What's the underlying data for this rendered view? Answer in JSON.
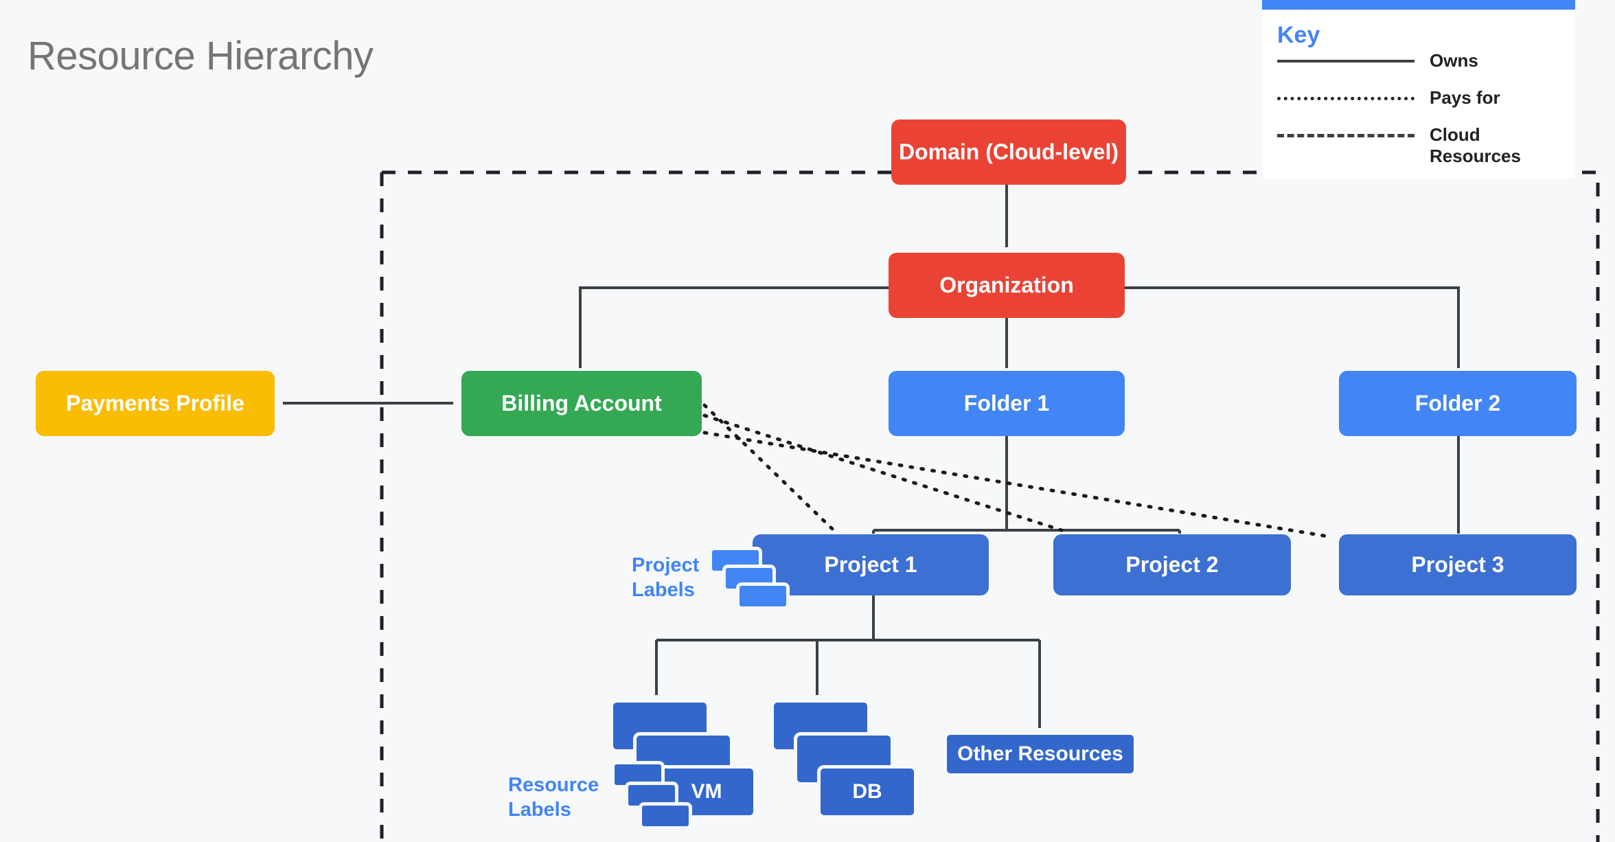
{
  "page": {
    "title": "Resource Hierarchy",
    "background_color": "#f6f8fa"
  },
  "colors": {
    "red": "#EA4335",
    "green": "#34A853",
    "yellow": "#FBBC04",
    "blue": "#4285F4",
    "blue_dark": "#3367CC",
    "title_gray": "#757575",
    "line": "#3c4043"
  },
  "legend": {
    "title": "Key",
    "accent_color": "#4285F4",
    "items": [
      {
        "style": "solid",
        "label": "Owns"
      },
      {
        "style": "dotted",
        "label": "Pays for"
      },
      {
        "style": "dashed",
        "label": "Cloud Resources"
      }
    ]
  },
  "nodes": {
    "domain": {
      "label": "Domain (Cloud-level)",
      "color": "red"
    },
    "organization": {
      "label": "Organization",
      "color": "red"
    },
    "payments": {
      "label": "Payments Profile",
      "color": "yellow"
    },
    "billing": {
      "label": "Billing Account",
      "color": "green"
    },
    "folder1": {
      "label": "Folder 1",
      "color": "blue"
    },
    "folder2": {
      "label": "Folder 2",
      "color": "blue"
    },
    "project1": {
      "label": "Project 1",
      "color": "blue2"
    },
    "project2": {
      "label": "Project 2",
      "color": "blue2"
    },
    "project3": {
      "label": "Project 3",
      "color": "blue2"
    },
    "vm": {
      "label": "VM",
      "color": "blue_dark"
    },
    "db": {
      "label": "DB",
      "color": "blue_dark"
    },
    "other": {
      "label": "Other Resources",
      "color": "blue_dark"
    }
  },
  "annotations": {
    "project_labels": "Project\nLabels",
    "project_labels_line1": "Project",
    "project_labels_line2": "Labels",
    "resource_labels_line1": "Resource",
    "resource_labels_line2": "Labels"
  },
  "boundary": {
    "name": "cloud-resources-boundary",
    "style": "dashed"
  },
  "edges": [
    {
      "from": "domain",
      "to": "organization",
      "style": "solid",
      "arrows": "both"
    },
    {
      "from": "organization",
      "to": "billing",
      "style": "solid",
      "arrows": "end"
    },
    {
      "from": "organization",
      "to": "folder1",
      "style": "solid",
      "arrows": "end"
    },
    {
      "from": "organization",
      "to": "folder2",
      "style": "solid",
      "arrows": "end"
    },
    {
      "from": "payments",
      "to": "billing",
      "style": "solid",
      "arrows": "both"
    },
    {
      "from": "billing",
      "to": "project1",
      "style": "dotted",
      "arrows": "end"
    },
    {
      "from": "billing",
      "to": "project2",
      "style": "dotted",
      "arrows": "end"
    },
    {
      "from": "billing",
      "to": "project3",
      "style": "dotted",
      "arrows": "end"
    },
    {
      "from": "folder1",
      "to": "project1",
      "style": "solid",
      "arrows": "end"
    },
    {
      "from": "folder1",
      "to": "project2",
      "style": "solid",
      "arrows": "end"
    },
    {
      "from": "folder2",
      "to": "project3",
      "style": "solid",
      "arrows": "end"
    },
    {
      "from": "project1",
      "to": "vm",
      "style": "solid",
      "arrows": "end"
    },
    {
      "from": "project1",
      "to": "db",
      "style": "solid",
      "arrows": "end"
    },
    {
      "from": "project1",
      "to": "other",
      "style": "solid",
      "arrows": "end"
    }
  ]
}
